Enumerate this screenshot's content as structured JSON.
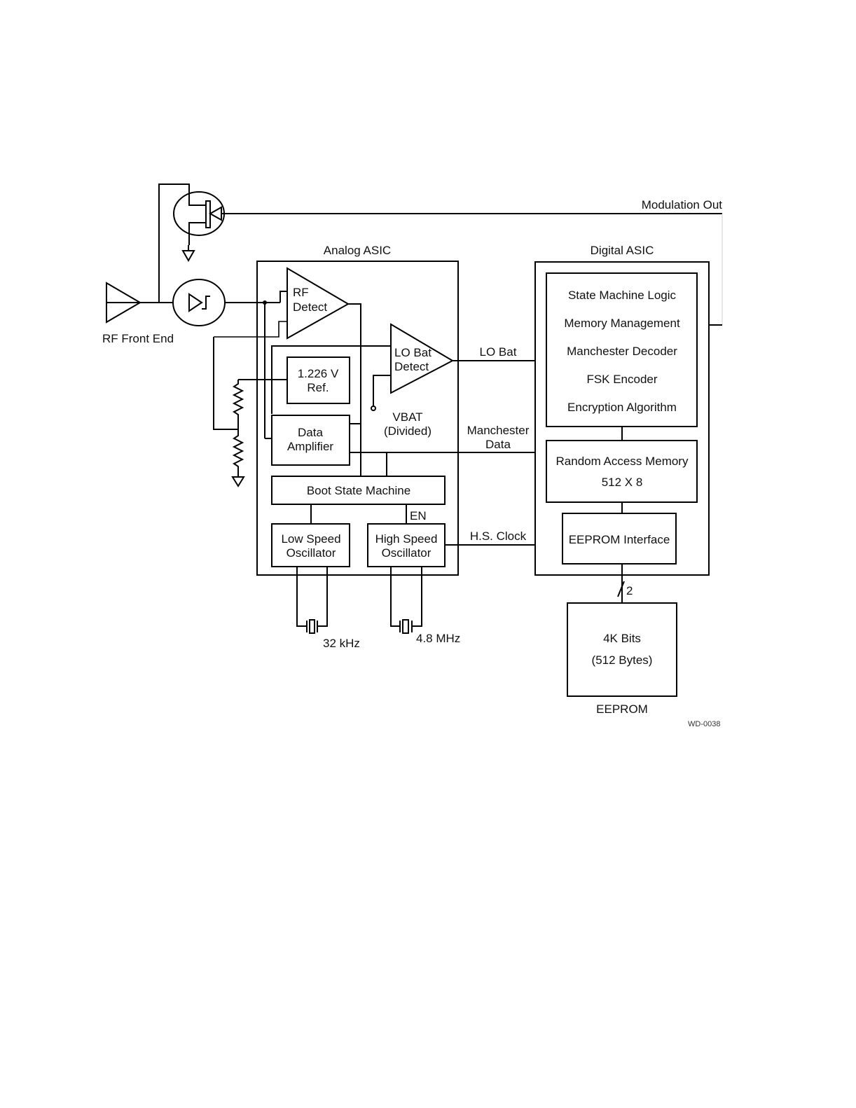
{
  "diagram": {
    "type": "block-diagram",
    "subject": "RF transponder tag architecture",
    "labels": {
      "rf_front_end": "RF Front End",
      "modulation_out": "Modulation Out",
      "analog_asic": "Analog ASIC",
      "digital_asic": "Digital ASIC",
      "lo_bat_signal": "LO Bat",
      "manchester_signal_1": "Manchester",
      "manchester_signal_2": "Data",
      "hs_clock": "H.S. Clock",
      "vbat_1": "VBAT",
      "vbat_2": "(Divided)",
      "en": "EN",
      "bus_width": "2",
      "eeprom": "EEPROM",
      "crystal_low": "32 kHz",
      "crystal_high": "4.8 MHz",
      "figure_id": "WD-0038"
    },
    "analog_blocks": {
      "rf_detect": [
        "RF",
        "Detect"
      ],
      "lo_bat_detect": [
        "LO Bat",
        "Detect"
      ],
      "voltage_ref": [
        "1.226 V",
        "Ref."
      ],
      "data_amplifier": [
        "Data",
        "Amplifier"
      ],
      "boot_state_machine": "Boot State Machine",
      "low_speed_osc": [
        "Low Speed",
        "Oscillator"
      ],
      "high_speed_osc": [
        "High Speed",
        "Oscillator"
      ]
    },
    "digital_blocks": {
      "logic_functions": [
        "State Machine Logic",
        "Memory Management",
        "Manchester Decoder",
        "FSK Encoder",
        "Encryption Algorithm"
      ],
      "ram": [
        "Random Access Memory",
        "512 X 8"
      ],
      "eeprom_interface": "EEPROM Interface"
    },
    "eeprom_block": [
      "4K Bits",
      "(512 Bytes)"
    ]
  }
}
